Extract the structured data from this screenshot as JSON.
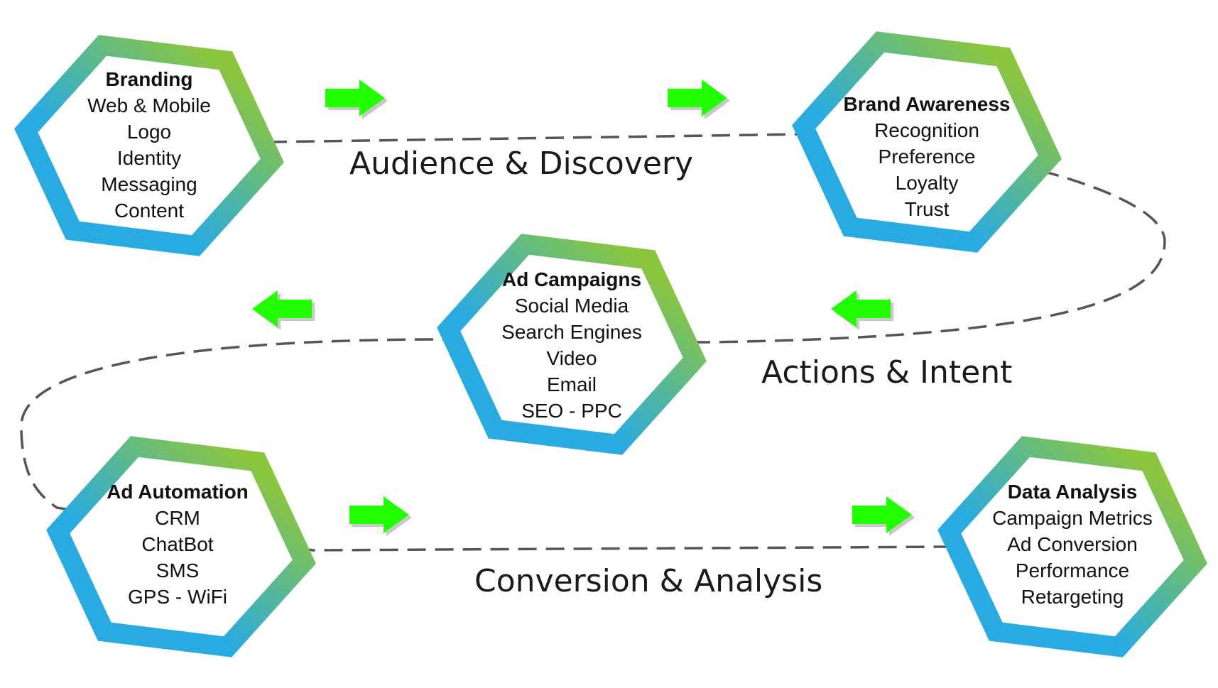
{
  "colors": {
    "gradient_start": "#29abe2",
    "gradient_end": "#8cc63f",
    "arrow_fill": "#22ff00",
    "arrow_shadow": "#c8c8c8",
    "path_stroke": "#555555"
  },
  "phases": [
    {
      "label": "Audience & Discovery"
    },
    {
      "label": "Actions & Intent"
    },
    {
      "label": "Conversion & Analysis"
    }
  ],
  "stages": [
    {
      "title": "Branding",
      "items": [
        "Web & Mobile",
        "Logo",
        "Identity",
        "Messaging",
        "Content"
      ]
    },
    {
      "title": "Brand Awareness",
      "items": [
        "Recognition",
        "Preference",
        "Loyalty",
        "Trust"
      ]
    },
    {
      "title": "Ad Campaigns",
      "items": [
        "Social Media",
        "Search Engines",
        "Video",
        "Email",
        "SEO - PPC"
      ]
    },
    {
      "title": "Ad Automation",
      "items": [
        "CRM",
        "ChatBot",
        "SMS",
        "GPS - WiFi"
      ]
    },
    {
      "title": "Data Analysis",
      "items": [
        "Campaign Metrics",
        "Ad Conversion",
        "Performance",
        "Retargeting"
      ]
    }
  ],
  "arrows": [
    {
      "direction": "right"
    },
    {
      "direction": "right"
    },
    {
      "direction": "left"
    },
    {
      "direction": "left"
    },
    {
      "direction": "right"
    },
    {
      "direction": "right"
    }
  ]
}
